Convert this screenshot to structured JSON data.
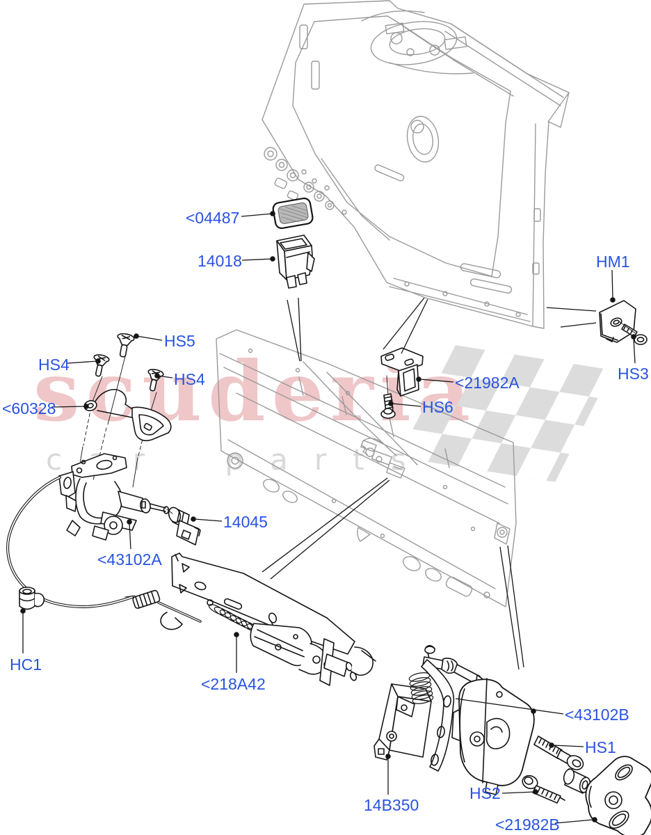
{
  "watermark": {
    "brand": "scuderia",
    "tagline": "car parts",
    "brand_color": "rgba(203,70,77,0.30)",
    "tagline_color": "#d9d9d9",
    "flag_color": "#dcdcdc"
  },
  "diagram": {
    "description": "Tailgate lock controls exploded parts diagram",
    "label_color": "#2953e0",
    "line_color": "#151515",
    "panel_color": "#9a9a9a",
    "parts": [
      {
        "id": "04487",
        "label": "<04487"
      },
      {
        "id": "14018",
        "label": "14018"
      },
      {
        "id": "HM1",
        "label": "HM1"
      },
      {
        "id": "HS3",
        "label": "HS3"
      },
      {
        "id": "HS5",
        "label": "HS5"
      },
      {
        "id": "HS4-left",
        "label": "HS4"
      },
      {
        "id": "HS4-right",
        "label": "HS4"
      },
      {
        "id": "60328",
        "label": "<60328"
      },
      {
        "id": "21982A",
        "label": "<21982A"
      },
      {
        "id": "HS6",
        "label": "HS6"
      },
      {
        "id": "14045",
        "label": "14045"
      },
      {
        "id": "43102A",
        "label": "<43102A"
      },
      {
        "id": "HC1",
        "label": "HC1"
      },
      {
        "id": "218A42",
        "label": "<218A42"
      },
      {
        "id": "14B350",
        "label": "14B350"
      },
      {
        "id": "43102B",
        "label": "<43102B"
      },
      {
        "id": "HS1",
        "label": "HS1"
      },
      {
        "id": "HS2",
        "label": "HS2"
      },
      {
        "id": "21982B",
        "label": "<21982B"
      }
    ]
  }
}
